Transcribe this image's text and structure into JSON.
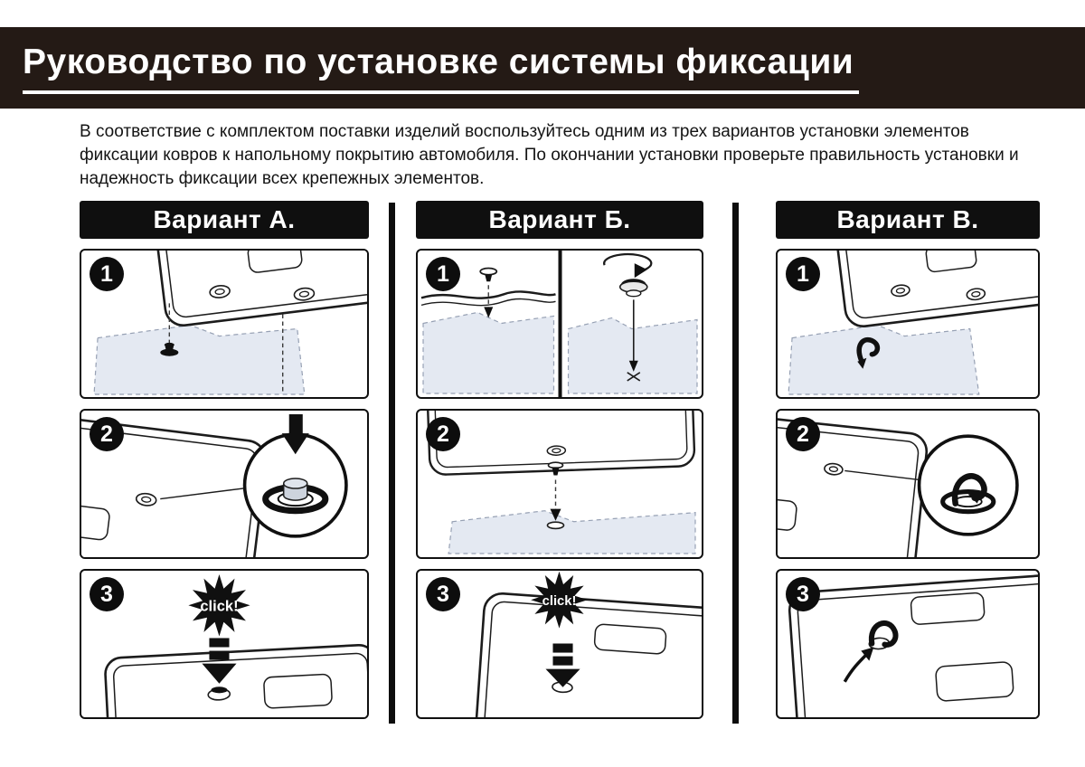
{
  "header": {
    "title": "Руководство по установке системы фиксации"
  },
  "intro": {
    "text": "В соответствие с комплектом поставки изделий воспользуйтесь одним из трех вариантов установки элементов фиксации ковров к напольному покрытию автомобиля. По окончании установки проверьте правильность установки и надежность фиксации всех крепежных элементов."
  },
  "variants": [
    {
      "label": "Вариант А.",
      "steps": [
        {
          "number": "1"
        },
        {
          "number": "2"
        },
        {
          "number": "3",
          "click_label": "click!"
        }
      ]
    },
    {
      "label": "Вариант Б.",
      "steps": [
        {
          "number": "1"
        },
        {
          "number": "2"
        },
        {
          "number": "3",
          "click_label": "click!"
        }
      ]
    },
    {
      "label": "Вариант В.",
      "steps": [
        {
          "number": "1"
        },
        {
          "number": "2"
        },
        {
          "number": "3"
        }
      ]
    }
  ],
  "colors": {
    "title_bar_bg": "#241a15",
    "block_black": "#0f0f0f",
    "carpet_fill": "#e4e9f2",
    "page_bg": "#ffffff"
  }
}
